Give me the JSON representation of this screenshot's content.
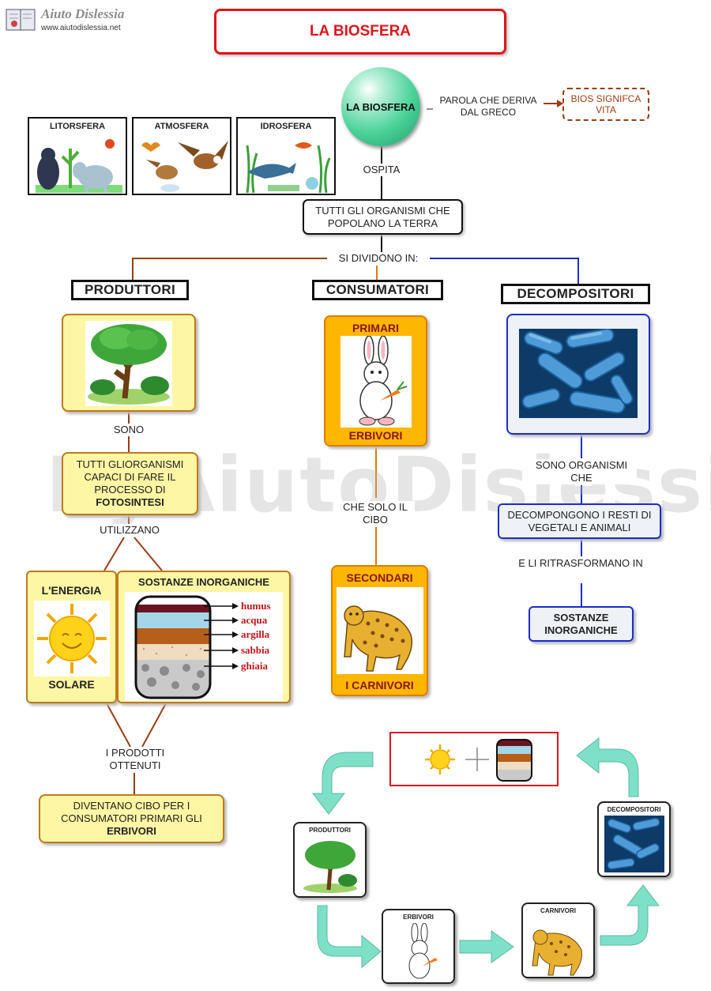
{
  "header": {
    "logo_title": "Aiuto Dislessia",
    "logo_url": "www.aiutodislessia.net",
    "page_title": "LA BIOSFERA"
  },
  "central": {
    "circle_label": "LA BIOSFERA",
    "parola_text": "PAROLA CHE DERIVA DAL GRECO",
    "bios_text": "BIOS SIGNIFCA VITA",
    "ospita": "OSPITA",
    "organismi_text": "TUTTI GLI ORGANISMI CHE POPOLANO LA TERRA",
    "si_dividono": "SI DIVIDONO IN:"
  },
  "spheres": [
    "LITORSFERA",
    "ATMOSFERA",
    "IDROSFERA"
  ],
  "produttori": {
    "title": "PRODUTTORI",
    "sono": "SONO",
    "desc_plain": "TUTTI GLIORGANISMI CAPACI DI FARE IL PROCESSO DI",
    "desc_bold": "FOTOSINTESI",
    "utilizzano": "UTILIZZANO",
    "energia_top": "L'ENERGIA",
    "energia_bottom": "SOLARE",
    "sostanze_title": "SOSTANZE INORGANICHE",
    "soil_layers": [
      "humus",
      "acqua",
      "argilla",
      "sabbia",
      "ghiaia"
    ],
    "prodotti": "I PRODOTTI OTTENUTI",
    "cibo_plain": "DIVENTANO CIBO PER I CONSUMATORI PRIMARI GLI",
    "cibo_bold": "ERBIVORI"
  },
  "consumatori": {
    "title": "CONSUMATORI",
    "primari_top": "PRIMARI",
    "primari_bottom": "ERBIVORI",
    "che_solo": "CHE SOLO IL CIBO",
    "secondari_top": "SECONDARI",
    "secondari_bottom": "I CARNIVORI"
  },
  "decompositori": {
    "title": "DECOMPOSITORI",
    "sono_org": "SONO ORGANISMI CHE",
    "decompongono": "DECOMPONGONO I RESTI DI VEGETALI E ANIMALI",
    "ritrasformano": "E LI RITRASFORMANO IN",
    "sostanze": "SOSTANZE INORGANICHE"
  },
  "cycle": {
    "produttori": "PRODUTTORI",
    "erbivori": "ERBIVORI",
    "carnivori": "CARNIVORI",
    "decompositori": "DECOMPOSITORI"
  },
  "watermark": "ByAiutoDislessia.net",
  "colors": {
    "title_border": "#e0141c",
    "title_text": "#e0141c",
    "produttori_line": "#9a3d12",
    "consumatori_line": "#e07b00",
    "decompositori_line": "#1e2ccc",
    "arrow_teal": "#7fe0c8",
    "bios_border": "#9a3d12"
  }
}
